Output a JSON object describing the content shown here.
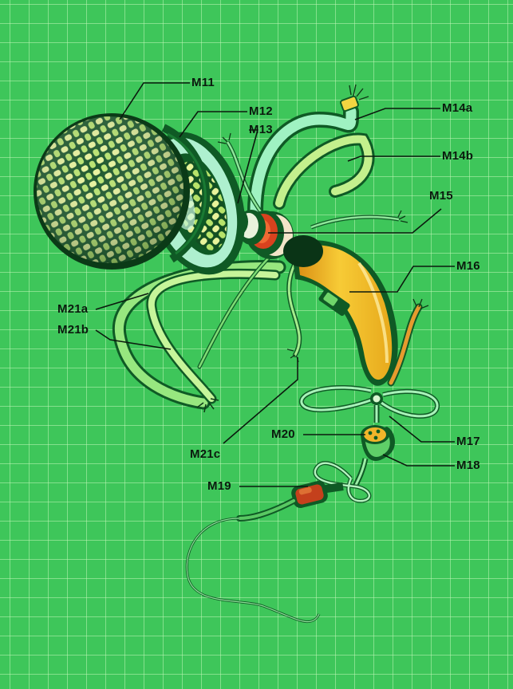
{
  "labels": {
    "m11": "M11",
    "m12": "M12",
    "m13": "M13",
    "m14a": "M14a",
    "m14b": "M14b",
    "m15": "M15",
    "m16": "M16",
    "m17": "M17",
    "m18": "M18",
    "m19": "M19",
    "m20": "M20",
    "m21a": "M21a",
    "m21b": "M21b",
    "m21c": "M21c"
  },
  "colors": {
    "background": "#3ec65a",
    "grid": "#bef5b4",
    "ink": "#0b1a0e",
    "dark_green": "#0f5a25",
    "light_green": "#bff7c6",
    "yellow": "#f3c12a",
    "orange": "#e07a1f",
    "red": "#c2431c",
    "cream": "#f2f8b8"
  }
}
